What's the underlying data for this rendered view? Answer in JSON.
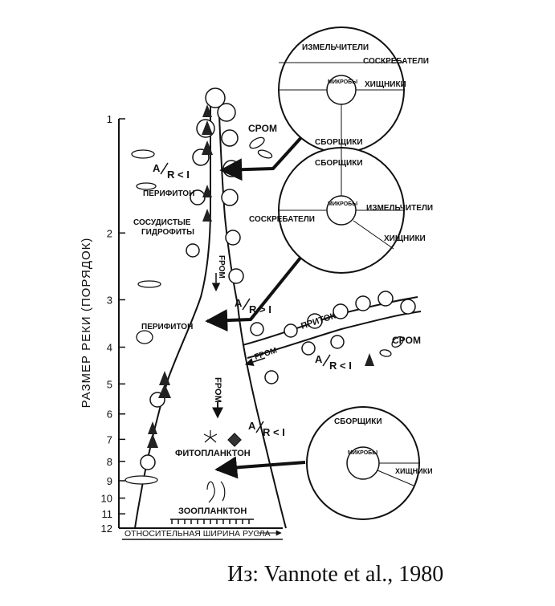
{
  "axis": {
    "ylabel": "РАЗМЕР РЕКИ (ПОРЯДОК)",
    "xlabel": "ОТНОСИТЕЛЬНАЯ ШИРИНА РУСЛА",
    "ticks": [
      "1",
      "2",
      "3",
      "4",
      "5",
      "6",
      "7",
      "8",
      "9",
      "10",
      "11",
      "12"
    ]
  },
  "labels": {
    "cpom_top": "CPOM",
    "ar_top": "R < I",
    "perifiton_top": "ПЕРИФИТОН",
    "hydrophytes_1": "СОСУДИСТЫЕ",
    "hydrophytes_2": "ГИДРОФИТЫ",
    "fpom_upper": "FPOM",
    "ar_mid": "R > I",
    "perifiton_mid": "ПЕРИФИТОН",
    "tributary": "ПРИТОК",
    "cpom_trib": "CPOM",
    "fpom_trib": "FPOM",
    "ar_trib": "R < I",
    "fpom_lower": "FPOM",
    "ar_low": "R < I",
    "phytoplankton": "ФИТОПЛАНКТОН",
    "zooplankton": "ЗООПЛАНКТОН",
    "a_letter": "A"
  },
  "circles": [
    {
      "top": "ИЗМЕЛЬЧИТЕЛИ",
      "right_top": "СОСКРЕБАТЕЛИ",
      "right": "ХИЩНИКИ",
      "bottom": "СБОРЩИКИ",
      "center": "МИКРОБЫ"
    },
    {
      "top": "СБОРЩИКИ",
      "left": "СОСКРЕБАТЕЛИ",
      "right_top": "ИЗМЕЛЬЧИТЕЛИ",
      "right": "ХИЩНИКИ",
      "center": "МИКРОБЫ"
    },
    {
      "top": "СБОРЩИКИ",
      "right": "ХИЩНИКИ",
      "center": "МИКРОБЫ"
    }
  ],
  "caption": "Из: Vannote et al., 1980"
}
